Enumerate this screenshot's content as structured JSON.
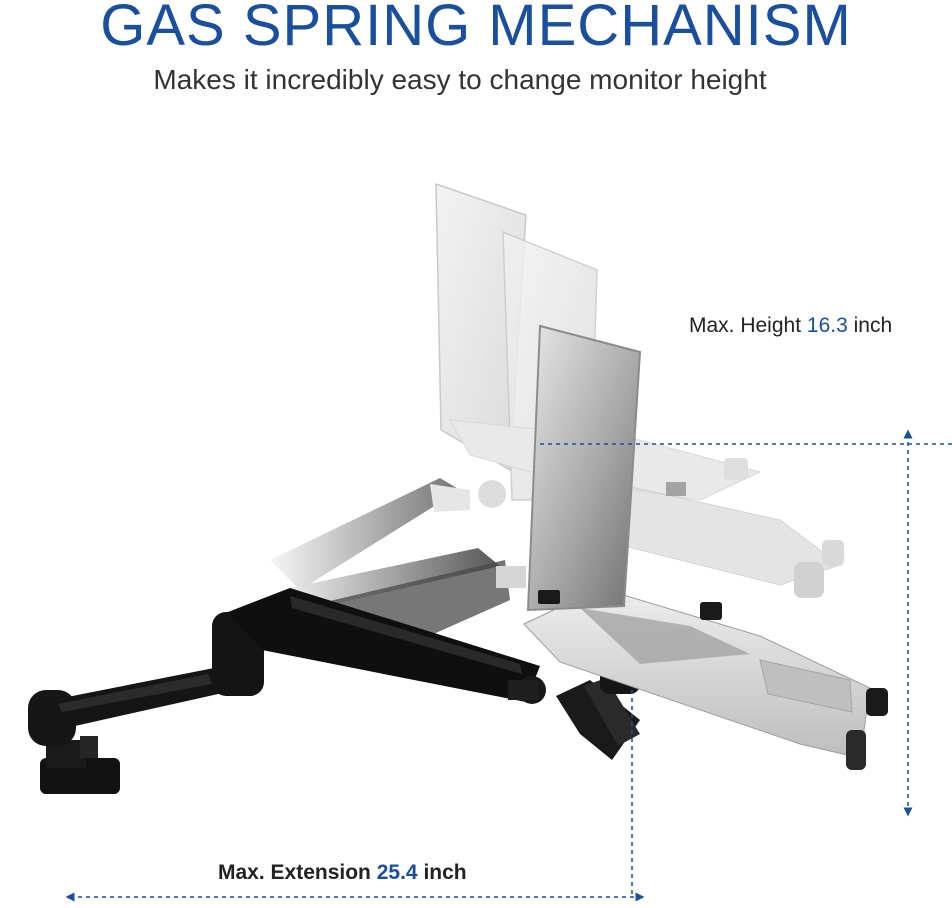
{
  "header": {
    "title": "GAS SPRING MECHANISM",
    "subtitle": "Makes it incredibly easy to change monitor height"
  },
  "specs": {
    "height": {
      "label": "Max. Height",
      "value": "16.3",
      "unit": "inch"
    },
    "extension": {
      "label": "Max. Extension",
      "value": "25.4",
      "unit": "inch"
    }
  },
  "colors": {
    "accent": "#1a4fa0",
    "title": "#1a4fa0",
    "text": "#222222",
    "arm": "#111111",
    "laptop_silver": "#c8c8c8"
  },
  "icons": {
    "product": "monitor-arm-laptop-tray-illustration",
    "arrow": "dashed-arrow"
  }
}
